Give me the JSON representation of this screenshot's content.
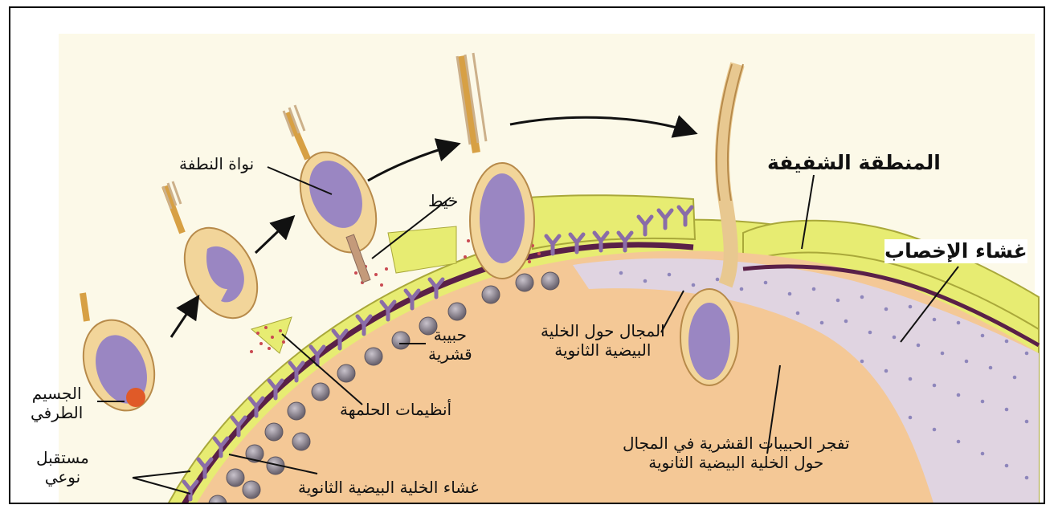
{
  "labels": {
    "zona_pellucida": "المنطقة الشفيفة",
    "fertilization_membrane": "غشاء الإخصاب",
    "sperm_nucleus": "نواة النطفة",
    "filament": "خيط",
    "acrosome_line1": "الجسيم",
    "acrosome_line2": "الطرفي",
    "cortical_granule_line1": "حبيبة",
    "cortical_granule_line2": "قشرية",
    "hydrolytic_enzymes": "أنظيمات الحلمهة",
    "perivitelline_space_line1": "المجال حول الخلية",
    "perivitelline_space_line2": "البيضية الثانوية",
    "receptor_line1": "مستقبل",
    "receptor_line2": "نوعي",
    "oocyte_membrane": "غشاء الخلية البيضية الثانوية",
    "cortical_reaction_line1": "تفجر الحبيبات القشرية في المجال",
    "cortical_reaction_line2": "حول الخلية البيضية الثانوية"
  },
  "colors": {
    "background_fill": "#fcf9e8",
    "zona_pellucida": "#e7ec72",
    "zona_outline": "#a9a83a",
    "cytoplasm": "#f4c896",
    "oocyte_membrane": "#5a2048",
    "receptor": "#8a6ca8",
    "cortical_granule": "#88808a",
    "sperm_head_outer": "#f2d59a",
    "sperm_nucleus": "#9a86c2",
    "acrosome": "#e05a28",
    "enzyme_dots": "#c94a52",
    "released_granules": "#a9a2cc"
  },
  "icons": [
    "sperm-stage-1",
    "sperm-stage-2",
    "sperm-stage-3",
    "sperm-stage-4",
    "sperm-stage-5",
    "sperm-stage-6",
    "progression-arrow"
  ]
}
